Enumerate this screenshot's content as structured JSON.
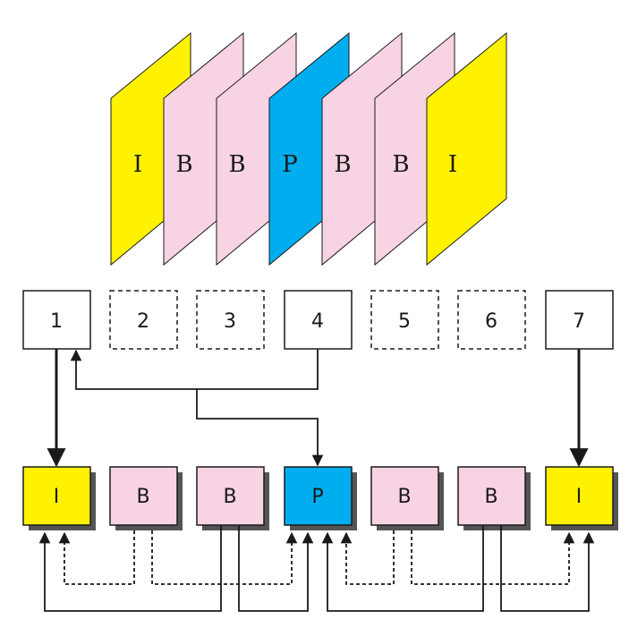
{
  "frames": [
    {
      "label": "I",
      "color": "#fff200"
    },
    {
      "label": "B",
      "color": "#f8d3e4"
    },
    {
      "label": "B",
      "color": "#f8d3e4"
    },
    {
      "label": "P",
      "color": "#00aeef"
    },
    {
      "label": "B",
      "color": "#f8d3e4"
    },
    {
      "label": "B",
      "color": "#f8d3e4"
    },
    {
      "label": "I",
      "color": "#fff200"
    }
  ],
  "order_boxes": [
    {
      "label": "1",
      "style": "solid"
    },
    {
      "label": "2",
      "style": "dashed"
    },
    {
      "label": "3",
      "style": "dashed"
    },
    {
      "label": "4",
      "style": "solid"
    },
    {
      "label": "5",
      "style": "dashed"
    },
    {
      "label": "6",
      "style": "dashed"
    },
    {
      "label": "7",
      "style": "solid"
    }
  ],
  "decoded": [
    {
      "label": "I",
      "color": "#fff200"
    },
    {
      "label": "B",
      "color": "#f8d3e4"
    },
    {
      "label": "B",
      "color": "#f8d3e4"
    },
    {
      "label": "P",
      "color": "#00aeef"
    },
    {
      "label": "B",
      "color": "#f8d3e4"
    },
    {
      "label": "B",
      "color": "#f8d3e4"
    },
    {
      "label": "I",
      "color": "#fff200"
    }
  ],
  "colors": {
    "line": "#1a1a1a",
    "shadow": "#555555"
  }
}
